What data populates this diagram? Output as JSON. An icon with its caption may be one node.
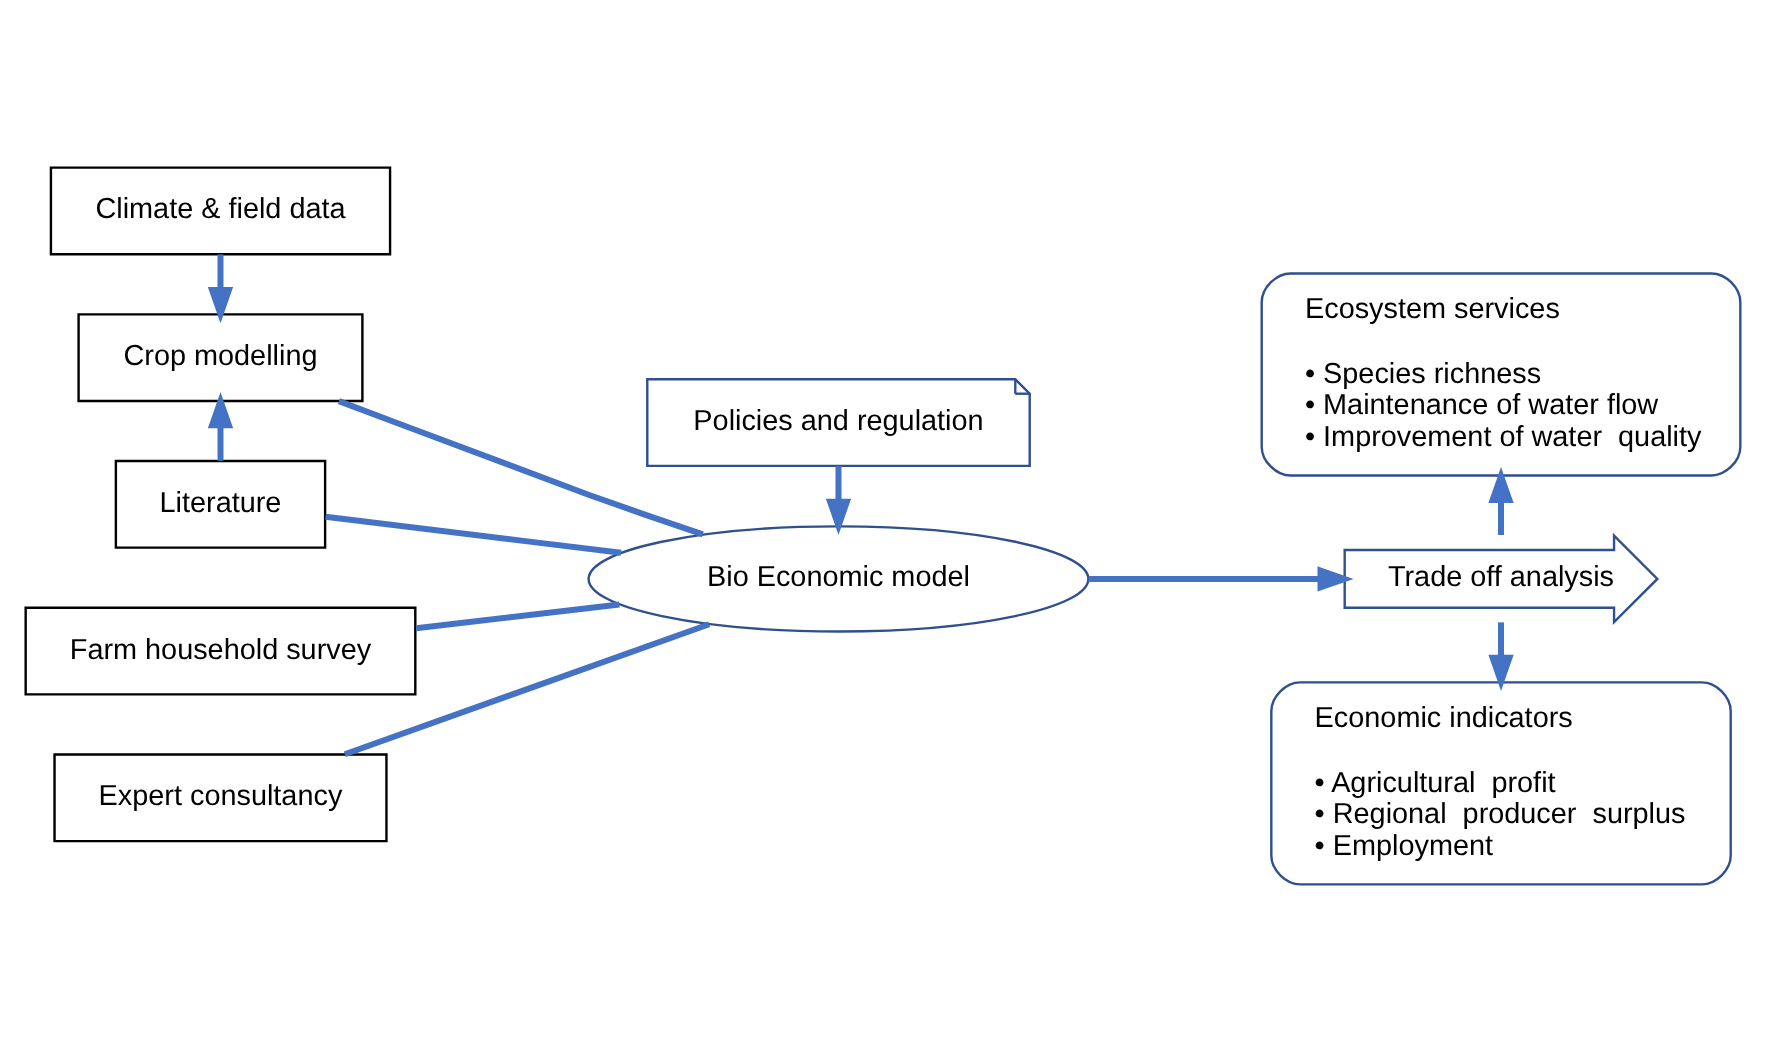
{
  "diagram": {
    "nodes": [
      {
        "text": [
          "Climate & field data"
        ]
      },
      {
        "text": [
          "Crop modelling"
        ]
      },
      {
        "text": [
          "Literature"
        ]
      },
      {
        "text": [
          "Farm household survey"
        ]
      },
      {
        "text": [
          "Expert consultancy"
        ]
      },
      {
        "text": [
          "Policies and regulation"
        ]
      },
      {
        "text": [
          "Bio Economic model"
        ]
      },
      {
        "text": [
          "Ecosystem services",
          "• Species richness\n• Maintenance of water flow\n• Improvement of water  quality"
        ]
      },
      {
        "text": [
          "Trade off analysis"
        ]
      },
      {
        "text": [
          "Economic indicators",
          "• Agricultural  profit\n• Regional  producer  surplus\n• Employment"
        ]
      }
    ],
    "edges": [
      {
        "from": 0,
        "to": 1,
        "arrow": "to"
      },
      {
        "from": 2,
        "to": 1,
        "arrow": "to"
      },
      {
        "from": 1,
        "to": 6,
        "arrow": "none"
      },
      {
        "from": 2,
        "to": 6,
        "arrow": "none"
      },
      {
        "from": 3,
        "to": 6,
        "arrow": "none"
      },
      {
        "from": 4,
        "to": 6,
        "arrow": "none"
      },
      {
        "from": 5,
        "to": 6,
        "arrow": "to"
      },
      {
        "from": 6,
        "to": 8,
        "arrow": "to"
      },
      {
        "from": 8,
        "to": 7,
        "arrow": "to"
      },
      {
        "from": 8,
        "to": 9,
        "arrow": "to"
      }
    ]
  }
}
